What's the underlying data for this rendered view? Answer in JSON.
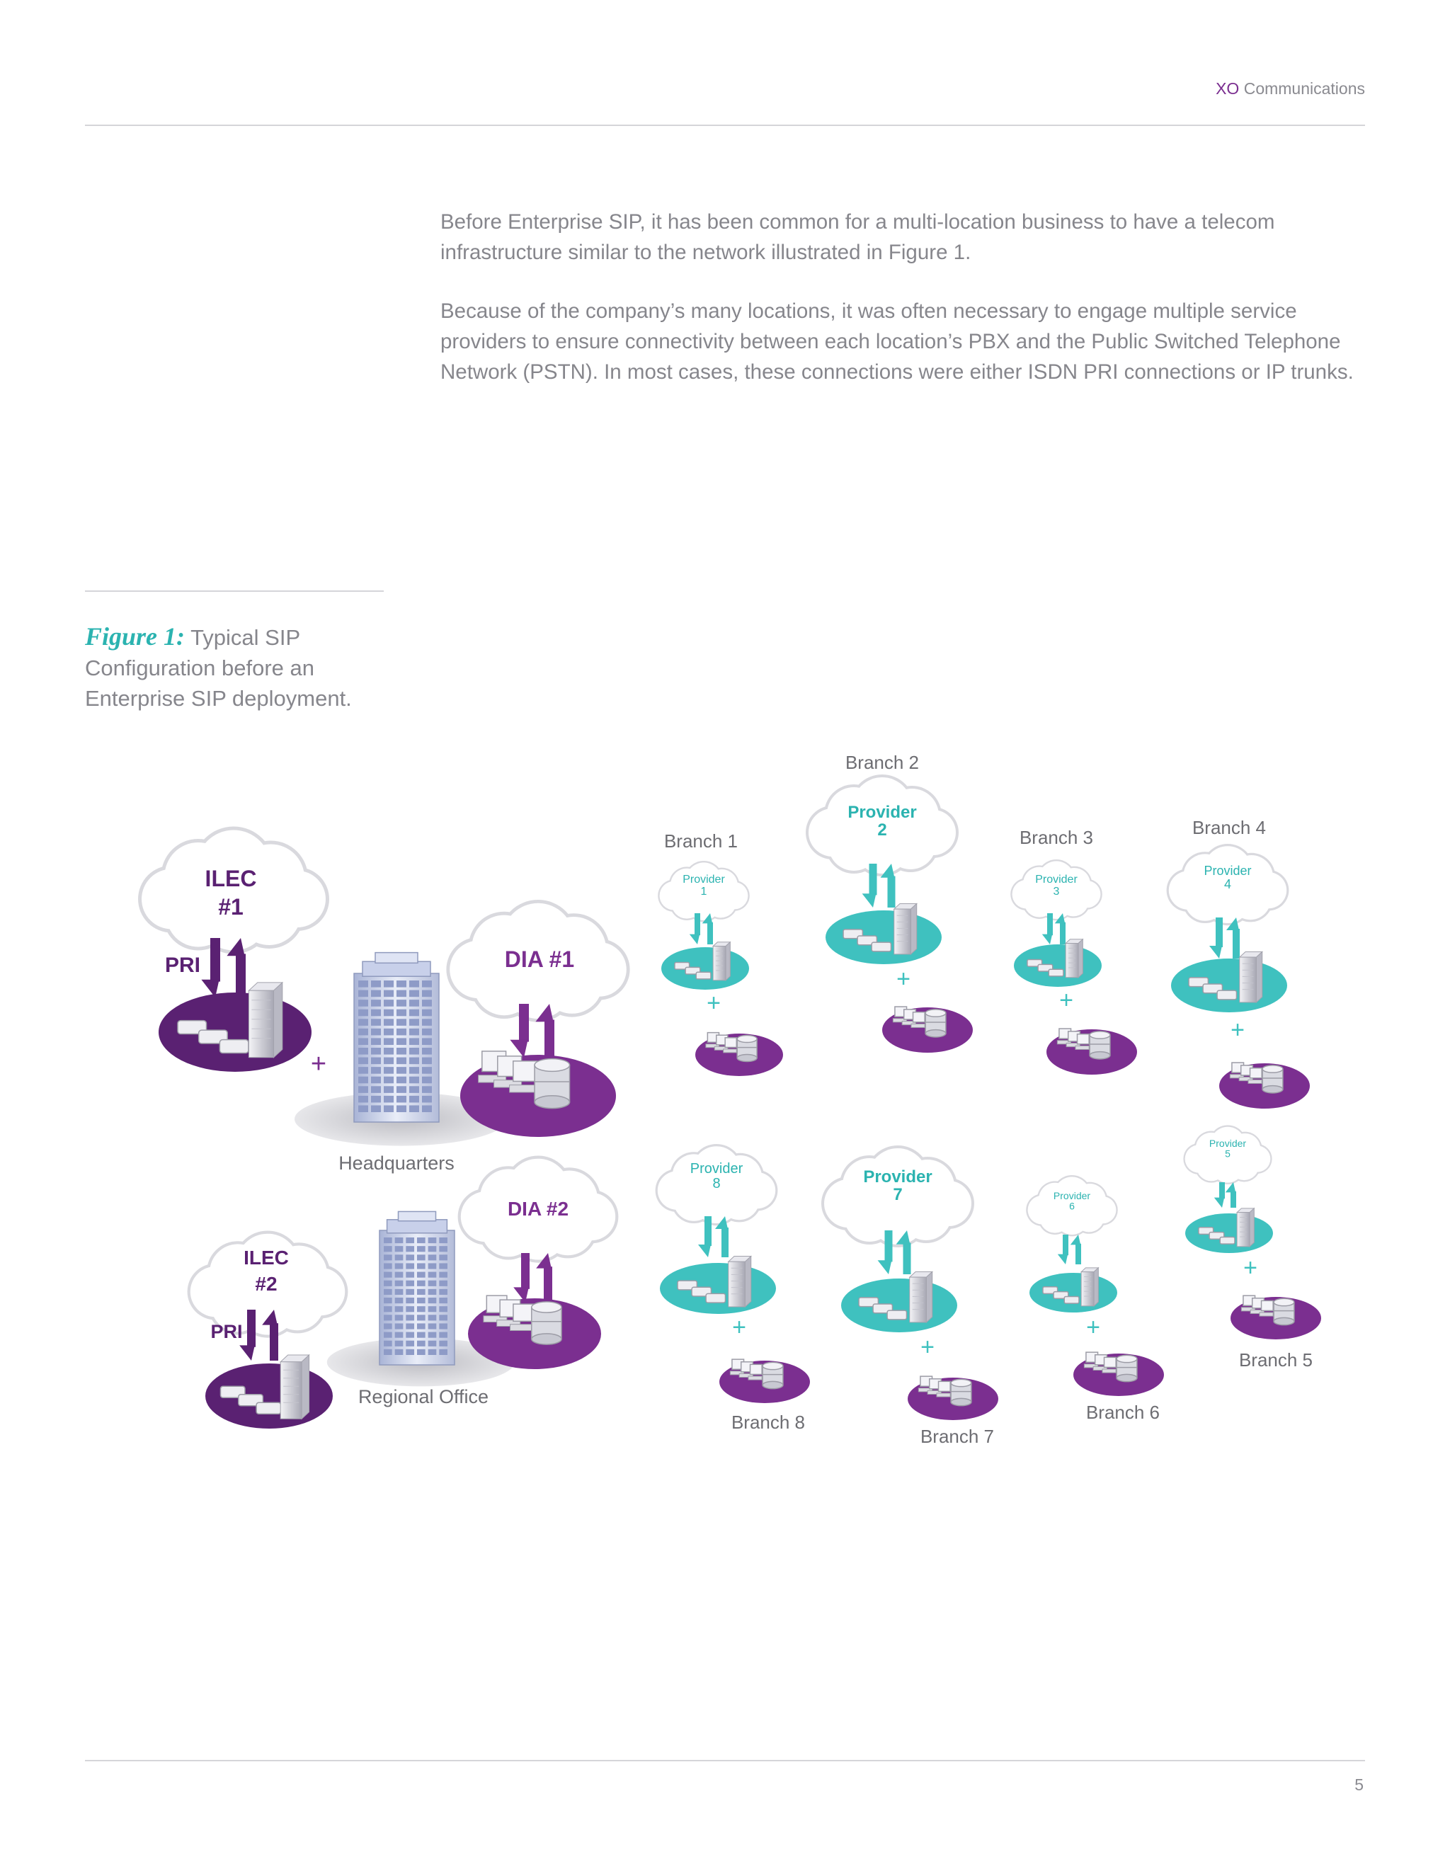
{
  "header": {
    "brand_xo": "XO",
    "brand_rest": " Communications"
  },
  "body": {
    "paragraph_1": "Before Enterprise SIP, it has been common for a multi-location business to have a telecom infrastructure similar to the network illustrated in Figure 1.",
    "paragraph_2": "Because of the company’s many locations, it was often necessary to engage multiple service providers to ensure connectivity between each location’s PBX and the Public Switched Telephone Network (PSTN). In most cases, these connections were either ISDN PRI connections or IP trunks."
  },
  "figure": {
    "label": "Figure 1:",
    "caption": " Typical SIP Configuration before an Enterprise SIP deployment."
  },
  "diagram": {
    "colors": {
      "purple": "#7b2f90",
      "dark_purple": "#5a2172",
      "teal": "#3fc1bf",
      "teal_text": "#2bb3b0",
      "gray_text": "#6d6d72"
    },
    "headquarters": {
      "label": "Headquarters",
      "ilec": [
        "ILEC",
        "#1"
      ],
      "pri": "PRI",
      "dia": "DIA #1",
      "plus": "+"
    },
    "regional_office": {
      "label": "Regional Office",
      "ilec": [
        "ILEC",
        "#2"
      ],
      "pri": "PRI",
      "dia": "DIA #2",
      "plus": "+"
    },
    "branches": [
      {
        "label": "Branch 1",
        "provider": [
          "Provider",
          "1"
        ]
      },
      {
        "label": "Branch 2",
        "provider": [
          "Provider",
          "2"
        ]
      },
      {
        "label": "Branch 3",
        "provider": [
          "Provider",
          "3"
        ]
      },
      {
        "label": "Branch 4",
        "provider": [
          "Provider",
          "4"
        ]
      },
      {
        "label": "Branch 5",
        "provider": [
          "Provider",
          "5"
        ]
      },
      {
        "label": "Branch 6",
        "provider": [
          "Provider",
          "6"
        ]
      },
      {
        "label": "Branch 7",
        "provider": [
          "Provider",
          "7"
        ]
      },
      {
        "label": "Branch 8",
        "provider": [
          "Provider",
          "8"
        ]
      }
    ],
    "plus": "+"
  },
  "footer": {
    "page_number": "5"
  }
}
